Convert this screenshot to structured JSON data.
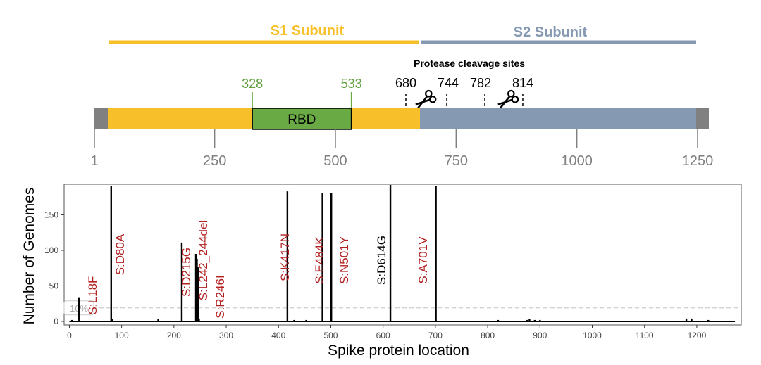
{
  "domain_map": {
    "colors": {
      "s1": "#f7c02a",
      "s2": "#8599b3",
      "rbd": "#6aaa44",
      "rbd_label": "#5f9e3a",
      "end_cap": "#808080",
      "bar_outline": "#000000"
    },
    "length": 1273,
    "axis_ticks": [
      1,
      250,
      500,
      750,
      1000,
      1250
    ],
    "s1": {
      "label": "S1 Subunit",
      "start": 1,
      "end": 685
    },
    "s2": {
      "label": "S2 Subunit",
      "start": 686,
      "end": 1273
    },
    "rbd": {
      "label": "RBD",
      "start": 328,
      "end": 533,
      "start_label": "328",
      "end_label": "533"
    },
    "protease": {
      "title": "Protease cleavage sites",
      "sites": [
        {
          "label": "680"
        },
        {
          "label": "744"
        },
        {
          "label": "782"
        },
        {
          "label": "814"
        }
      ],
      "scissors": [
        "scissors-icon",
        "scissors-icon"
      ]
    }
  },
  "chart_data": {
    "type": "bar",
    "xlabel": "Spike protein location",
    "ylabel": "Number of Genomes",
    "xlim": [
      -10,
      1285
    ],
    "ylim": [
      -5,
      193
    ],
    "x_ticks": [
      0,
      100,
      200,
      300,
      400,
      500,
      600,
      700,
      800,
      900,
      1000,
      1100,
      1200
    ],
    "y_ticks": [
      0,
      50,
      100,
      150
    ],
    "threshold": {
      "value": 19,
      "label": "10%"
    },
    "colors": {
      "highlight": "#b22222",
      "normal": "#000000",
      "threshold": "#cccccc"
    },
    "bars": [
      {
        "x": 5,
        "y": 2
      },
      {
        "x": 18,
        "y": 33
      },
      {
        "x": 80,
        "y": 190
      },
      {
        "x": 82,
        "y": 3
      },
      {
        "x": 170,
        "y": 3
      },
      {
        "x": 215,
        "y": 111
      },
      {
        "x": 242,
        "y": 95
      },
      {
        "x": 244,
        "y": 88
      },
      {
        "x": 246,
        "y": 76
      },
      {
        "x": 248,
        "y": 4
      },
      {
        "x": 417,
        "y": 183
      },
      {
        "x": 430,
        "y": 2
      },
      {
        "x": 453,
        "y": 2
      },
      {
        "x": 484,
        "y": 181
      },
      {
        "x": 501,
        "y": 181
      },
      {
        "x": 614,
        "y": 192
      },
      {
        "x": 701,
        "y": 190
      },
      {
        "x": 820,
        "y": 2
      },
      {
        "x": 875,
        "y": 2
      },
      {
        "x": 880,
        "y": 3
      },
      {
        "x": 890,
        "y": 2
      },
      {
        "x": 900,
        "y": 2
      },
      {
        "x": 1180,
        "y": 4
      },
      {
        "x": 1190,
        "y": 4
      },
      {
        "x": 1222,
        "y": 2
      }
    ],
    "mutations": [
      {
        "label": "S:L18F",
        "x": 18,
        "highlight": true
      },
      {
        "label": "S:D80A",
        "x": 80,
        "highlight": true
      },
      {
        "label": "S:D215G",
        "x": 215,
        "highlight": true
      },
      {
        "label": "S:L242_244del",
        "x": 243,
        "highlight": true
      },
      {
        "label": "S:R246I",
        "x": 246,
        "highlight": true
      },
      {
        "label": "S:K417N",
        "x": 417,
        "highlight": true
      },
      {
        "label": "S:E484K",
        "x": 484,
        "highlight": true
      },
      {
        "label": "S:N501Y",
        "x": 501,
        "highlight": true
      },
      {
        "label": "S:D614G",
        "x": 614,
        "highlight": false
      },
      {
        "label": "S:A701V",
        "x": 701,
        "highlight": true
      }
    ]
  }
}
